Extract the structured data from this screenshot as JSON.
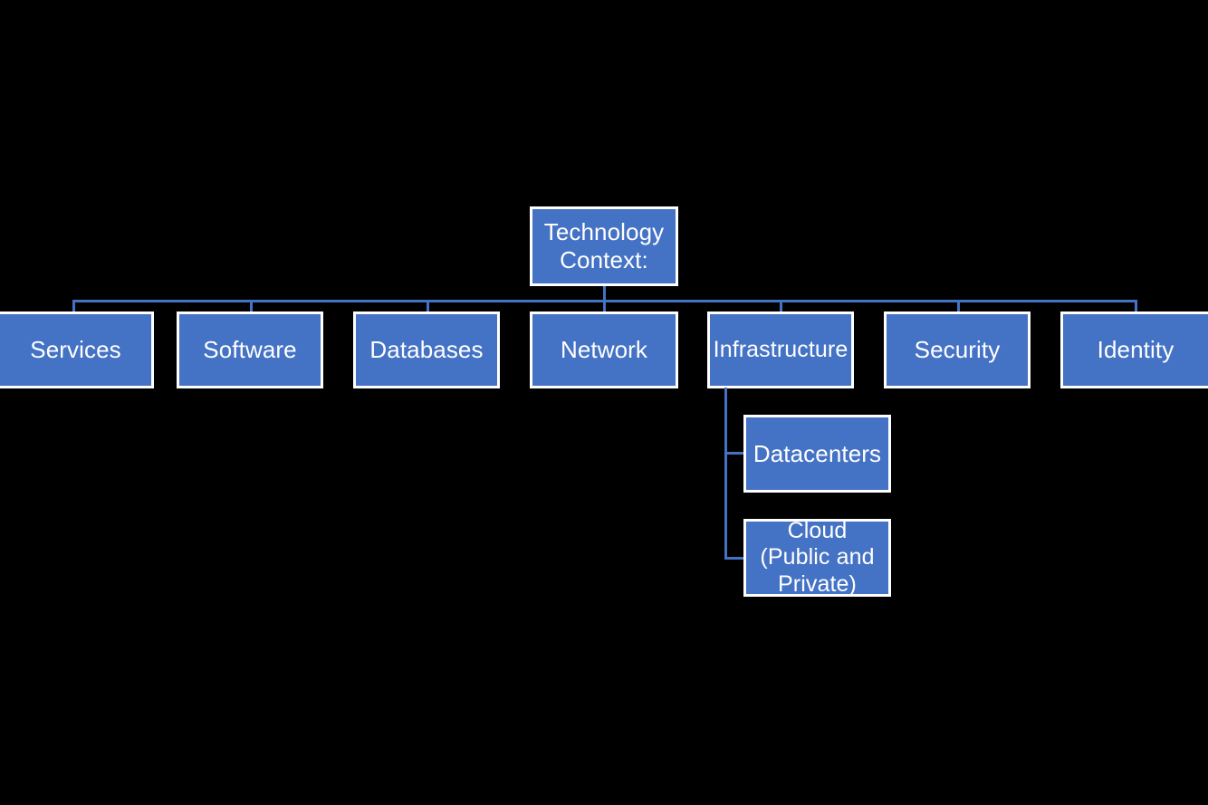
{
  "diagram": {
    "title": "Technology Context hierarchy",
    "background_color": "#000000",
    "node_fill_color": "#4472C4",
    "node_border_color": "#FFFFFF",
    "connector_color": "#4472C4",
    "text_color": "#FFFFFF",
    "root": {
      "label": "Technology Context:"
    },
    "level2": [
      {
        "label": "Services"
      },
      {
        "label": "Software"
      },
      {
        "label": "Databases"
      },
      {
        "label": "Network"
      },
      {
        "label": "Infrastructure"
      },
      {
        "label": "Security"
      },
      {
        "label": "Identity"
      }
    ],
    "infrastructure_children": [
      {
        "label": "Datacenters"
      },
      {
        "label": "Cloud (Public and Private)"
      }
    ]
  }
}
